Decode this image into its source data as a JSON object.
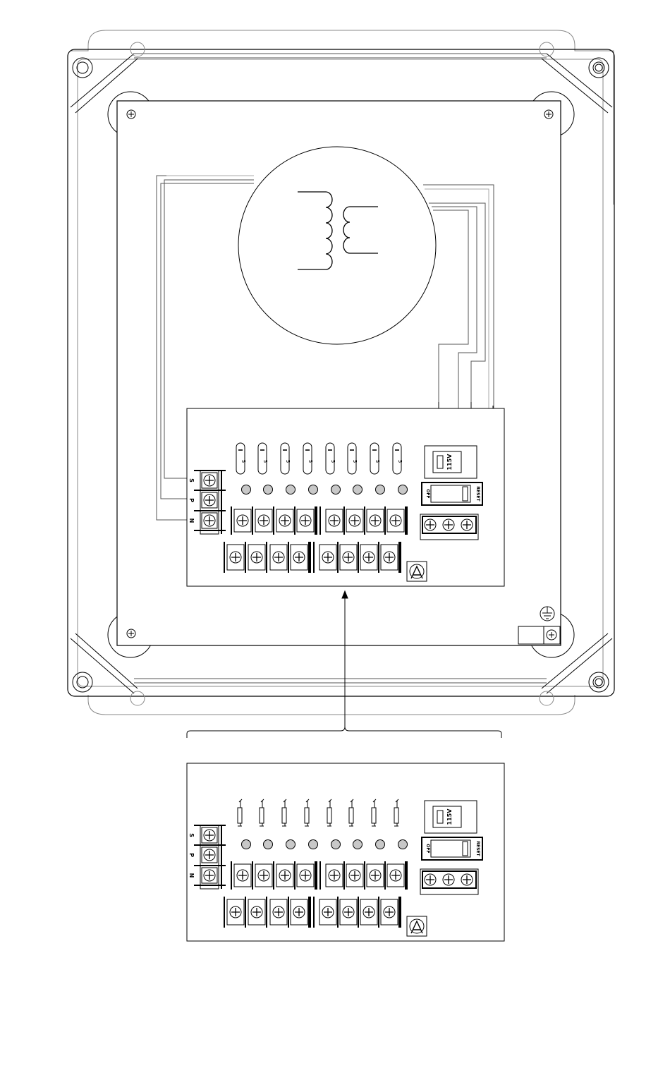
{
  "colors": {
    "ink": "#000000",
    "light_ink": "#9a9a9a",
    "paper": "#ffffff",
    "led_fill": "#c8c8c8"
  },
  "labels": {
    "terminal_letters": [
      "S",
      "P",
      "N"
    ],
    "fuse_rating": "5",
    "voltage_switch": "115V",
    "breaker_off": "OFF",
    "breaker_reset": "RESET"
  },
  "counts": {
    "fuses": 8,
    "output_terminals_per_row": 8,
    "input_terminals": 3,
    "aux_terminals": 3
  },
  "icons": {
    "transformer": "transformer-coil-icon",
    "ground": "ground-symbol-icon",
    "logo": "altronix-logo-icon",
    "screw": "screw-head-icon",
    "mount": "mounting-screw-icon"
  }
}
